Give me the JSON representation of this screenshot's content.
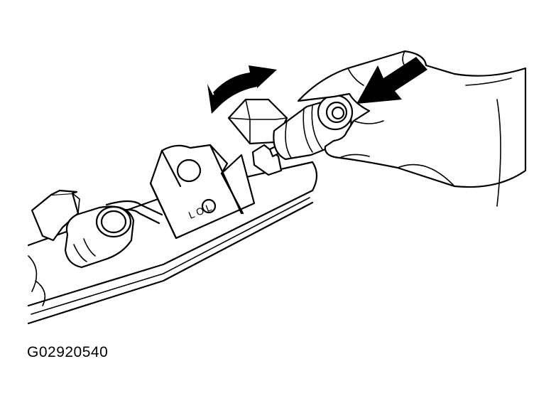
{
  "figure": {
    "code": "G02920540",
    "stamped_text": "L O L",
    "colors": {
      "ink": "#000000",
      "paper": "#ffffff"
    },
    "icons": {
      "rotate_arrow": "double-headed-curved-arrow",
      "push_arrow": "solid-push-arrow"
    }
  }
}
